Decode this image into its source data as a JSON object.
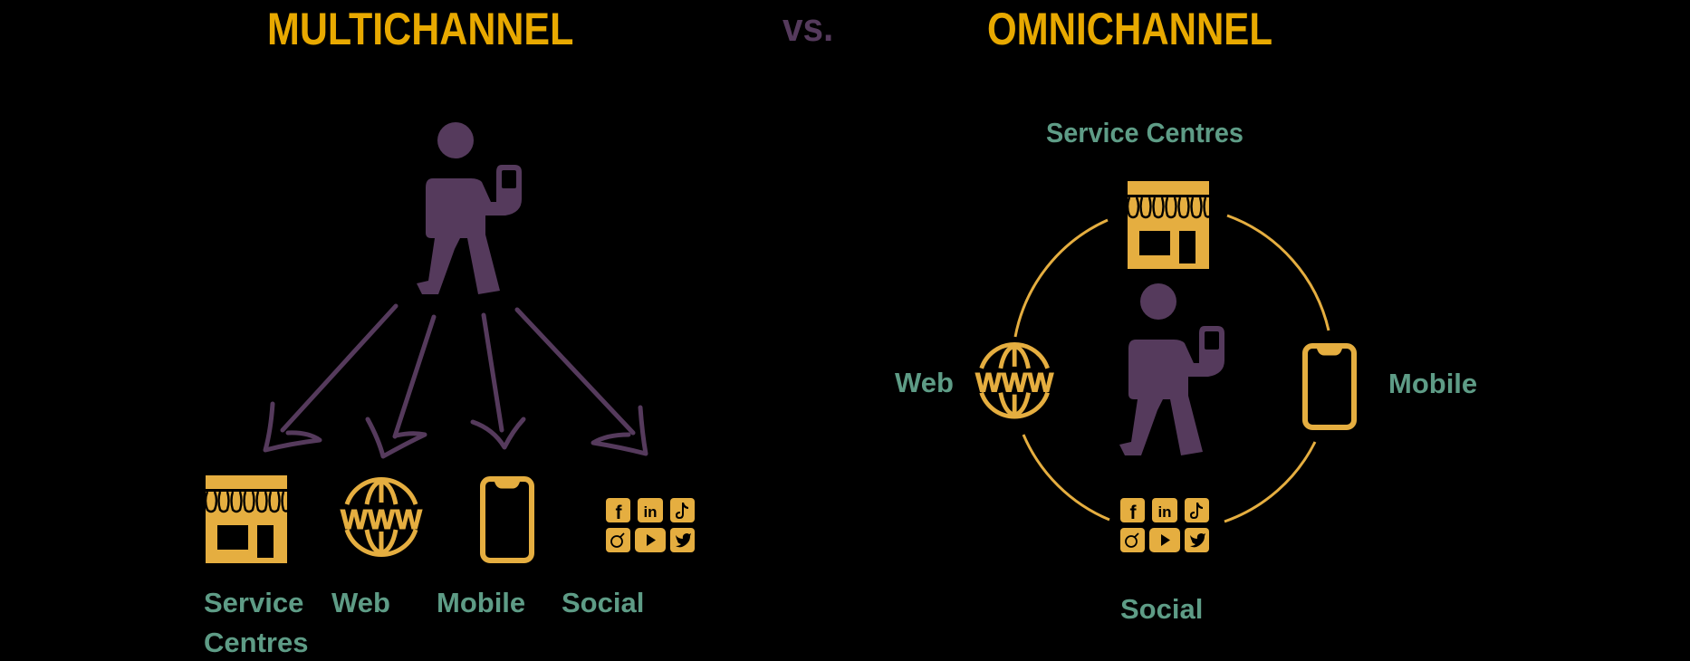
{
  "colors": {
    "title": "#E8A900",
    "vs": "#553A5C",
    "person": "#553A5C",
    "arrow": "#553A5C",
    "icon": "#E5AE40",
    "label": "#5E9C86",
    "background": "#000000"
  },
  "header": {
    "left_title": "MULTICHANNEL",
    "vs_label": "vs.",
    "right_title": "OMNICHANNEL"
  },
  "multichannel": {
    "description": "Customer branches out to separate channels",
    "channels": [
      {
        "label_line1": "Service",
        "label_line2": "Centres",
        "icon": "storefront-icon"
      },
      {
        "label": "Web",
        "icon": "www-globe-icon"
      },
      {
        "label": "Mobile",
        "icon": "smartphone-icon"
      },
      {
        "label": "Social",
        "icon": "social-media-grid-icon"
      }
    ]
  },
  "omnichannel": {
    "description": "Customer at centre of a connected channel ring",
    "channels": {
      "top": {
        "label": "Service Centres",
        "icon": "storefront-icon"
      },
      "left": {
        "label": "Web",
        "icon": "www-globe-icon"
      },
      "right": {
        "label": "Mobile",
        "icon": "smartphone-icon"
      },
      "bottom": {
        "label": "Social",
        "icon": "social-media-grid-icon"
      }
    }
  },
  "globe_text": "WWW",
  "social_icons": [
    "facebook-icon",
    "linkedin-icon",
    "tiktok-icon",
    "instagram-icon",
    "youtube-icon",
    "twitter-icon"
  ],
  "social_glyphs": {
    "facebook": "f",
    "linkedin": "in"
  }
}
